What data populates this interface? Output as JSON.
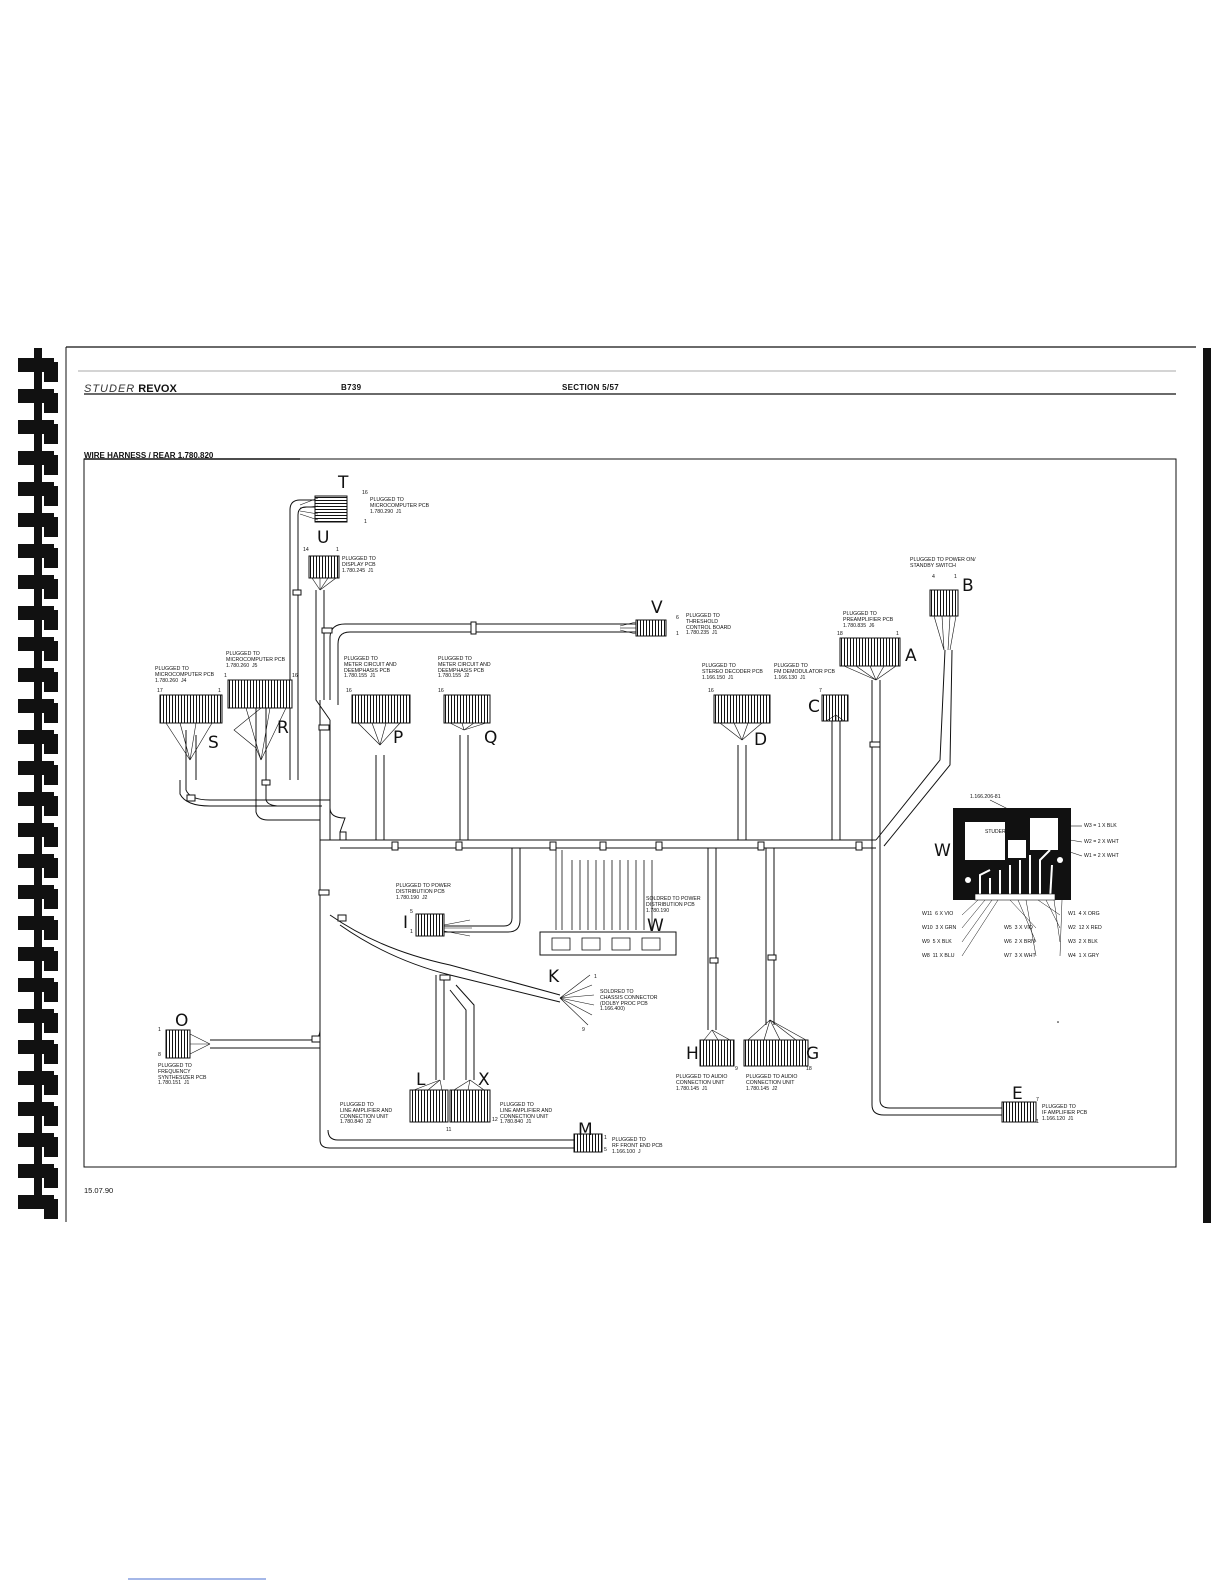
{
  "header": {
    "brand_studer": "STUDER",
    "brand_revox": "REVOX",
    "model": "B739",
    "section": "SECTION 5/57"
  },
  "figure_title": "WIRE HARNESS / REAR  1.780.820",
  "footer_date": "15.07.90",
  "connectors": {
    "T": {
      "letter": "T",
      "label": "PLUGGED TO\nMICROCOMPUTER PCB\n1.780.290  J1",
      "pin_top": "16",
      "pin_bottom": "1"
    },
    "U": {
      "letter": "U",
      "label": "PLUGGED TO\nDISPLAY PCB\n1.780.245  J1",
      "pin_top": "14",
      "pin_bottom": "1"
    },
    "V": {
      "letter": "V",
      "label": "PLUGGED TO\nTHRESHOLD\nCONTROL BOARD\n1.780.235  J1",
      "pin_top": "6",
      "pin_bottom": "1"
    },
    "B": {
      "letter": "B",
      "label": "PLUGGED TO POWER ON/\nSTANDBY SWITCH",
      "pin_left": "4",
      "pin_right": "1"
    },
    "A": {
      "letter": "A",
      "label": "PLUGGED TO\nPREAMPLIFIER PCB\n1.780.835  J6",
      "pin_left": "18",
      "pin_right": "1"
    },
    "R": {
      "letter": "R",
      "label": "PLUGGED TO\nMICROCOMPUTER PCB\n1.780.260  J5",
      "pin_left": "1",
      "pin_right": "16"
    },
    "S": {
      "letter": "S",
      "label": "PLUGGED TO\nMICROCOMPUTER PCB\n1.780.260  J4",
      "pin_left": "17",
      "pin_right": "1"
    },
    "P": {
      "letter": "P",
      "label": "PLUGGED TO\nMETER CIRCUIT AND\nDEEMPHASIS PCB\n1.780.155  J1",
      "pin_left": "16"
    },
    "Q": {
      "letter": "Q",
      "label": "PLUGGED TO\nMETER CIRCUIT AND\nDEEMPHASIS PCB\n1.780.155  J2",
      "pin_left": "16"
    },
    "D": {
      "letter": "D",
      "label": "PLUGGED TO\nSTEREO DECODER PCB\n1.166.150  J1",
      "pin_left": "16"
    },
    "C": {
      "letter": "C",
      "label": "PLUGGED TO\nFM DEMODULATOR PCB\n1.166.130  J1",
      "pin_left": "7"
    },
    "I": {
      "letter": "I",
      "label": "PLUGGED TO POWER\nDISTRIBUTION PCB\n1.780.190  J2",
      "pin_top": "5",
      "pin_bottom": "1"
    },
    "Wsol": {
      "letter": "W",
      "label": "SOLDRED TO POWER\nDISTRIBUTION PCB\n1.780.190"
    },
    "K": {
      "letter": "K",
      "label": "SOLDRED TO\nCHASSIS CONNECTOR\n(DOLBY PROC PCB\n1.166.400)",
      "pin_top": "1",
      "pin_bottom": "9"
    },
    "O": {
      "letter": "O",
      "label": "PLUGGED TO\nFREQUENCY\nSYNTHESIZER PCB\n1.780.151  J1",
      "pin_top": "1",
      "pin_bottom": "8"
    },
    "H": {
      "letter": "H",
      "label": "PLUGGED TO AUDIO\nCONNECTION UNIT\n1.780.145  J1",
      "pin_right": "9"
    },
    "G": {
      "letter": "G",
      "label": "PLUGGED TO AUDIO\nCONNECTION UNIT\n1.780.145  J2",
      "pin_right": "18"
    },
    "L": {
      "letter": "L",
      "label": "PLUGGED TO\nLINE AMPLIFIER AND\nCONNECTION UNIT\n1.780.840  J2",
      "pin_bottom": "11"
    },
    "X": {
      "letter": "X",
      "label": "PLUGGED TO\nLINE AMPLIFIER AND\nCONNECTION UNIT\n1.780.840  J1",
      "pin_right": "12"
    },
    "M": {
      "letter": "M",
      "label": "PLUGGED TO\nRF FRONT END PCB\n1.166.100  J",
      "pin_top": "1",
      "pin_bottom": "5"
    },
    "E": {
      "letter": "E",
      "label": "PLUGGED TO\nIF AMPLIFIER PCB\n1.166.120  J1",
      "pin_top": "7",
      "pin_bottom": "1"
    }
  },
  "w_board": {
    "letter": "W",
    "part": "1.166.206-81",
    "board_text": "STUDER",
    "wires_right": [
      "W3 = 1 x blk",
      "W2 = 2 x wht",
      "W1 = 2 x wht"
    ],
    "wires_bottom_left": [
      "W11  6 x vio",
      "W10  3 x grn",
      "W9  5 x blk",
      "W8  11 x blu"
    ],
    "wires_bottom_mid": [
      "W5  3 x vio",
      "W6  2 x brn",
      "W7  3 x wht"
    ],
    "wires_bottom_right": [
      "W1  4 x org",
      "W2  12 x red",
      "W3  2 x blk",
      "W4  1 x gry"
    ]
  }
}
